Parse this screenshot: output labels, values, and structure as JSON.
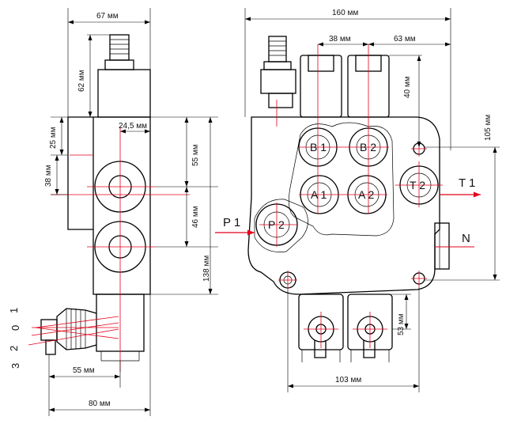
{
  "diagram": {
    "dimensions": {
      "side_width_top": "67 мм",
      "side_handle_height": "62 мм",
      "side_25": "25 мм",
      "side_38": "38 мм",
      "side_24_5": "24,5 мм",
      "side_55_right": "55 мм",
      "side_46": "46 мм",
      "side_138": "138 мм",
      "side_55_bottom": "55 мм",
      "side_80": "80 мм",
      "front_160": "160 мм",
      "front_38": "38 мм",
      "front_63": "63 мм",
      "front_40": "40 мм",
      "front_105": "105 мм",
      "front_53": "53 мм",
      "front_103": "103 мм"
    },
    "ports": {
      "b1": "B 1",
      "b2": "B 2",
      "a1": "A 1",
      "a2": "A 2",
      "t2": "T 2",
      "p2": "P 2",
      "p1": "P 1",
      "t1": "T 1",
      "n": "N"
    },
    "lever_positions": [
      "1",
      "0",
      "2",
      "3"
    ],
    "colors": {
      "centerline": "#e2001a",
      "outline": "#000000"
    }
  }
}
